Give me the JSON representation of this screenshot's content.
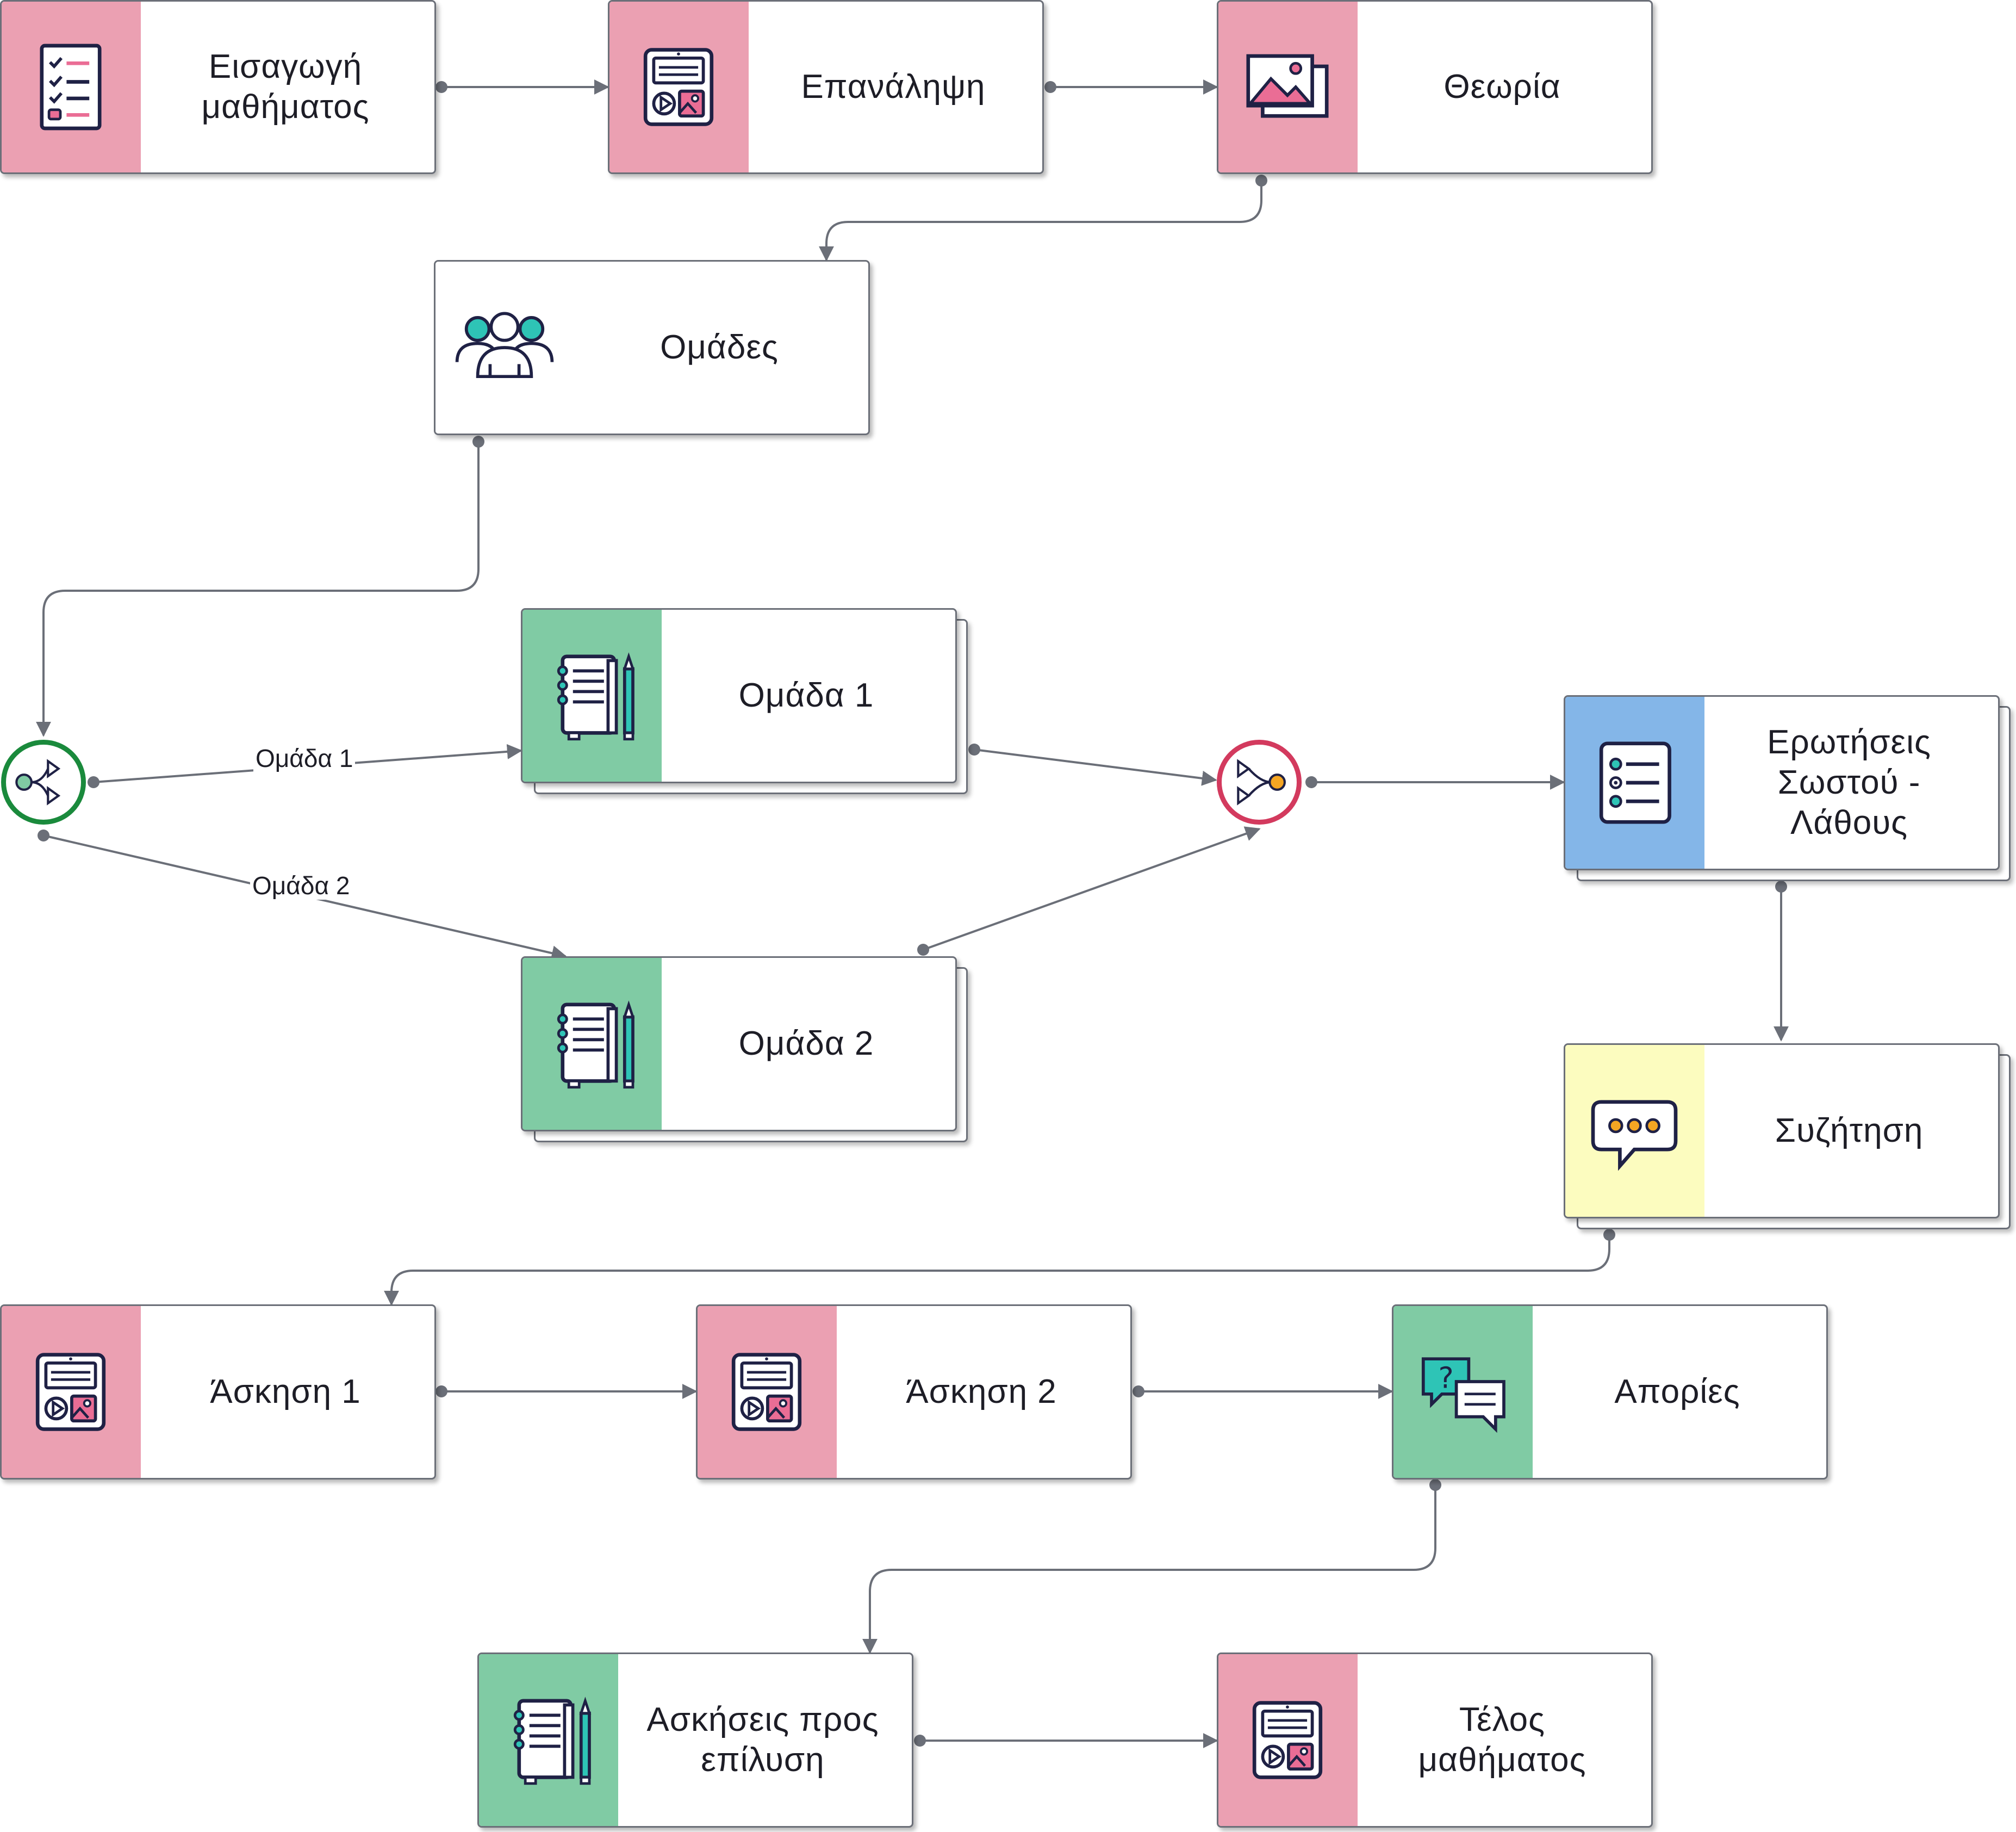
{
  "colors": {
    "pink": "#eba0b2",
    "green": "#80cba4",
    "blue": "#84b6e8",
    "yellow": "#fcfcbf",
    "connector": "#6b6f78",
    "split_gateway": "#1a8a3c",
    "merge_gateway": "#d33a5e",
    "icon_ink": "#1f2145",
    "icon_accent_pink": "#ea6d95",
    "icon_accent_teal": "#2ec4b6",
    "icon_accent_orange": "#f5a623"
  },
  "nodes": {
    "intro": {
      "label": "Εισαγωγή\nμαθήματος",
      "color": "pink",
      "icon": "checklist-icon"
    },
    "review": {
      "label": "Επανάληψη",
      "color": "pink",
      "icon": "multimedia-icon"
    },
    "theory": {
      "label": "Θεωρία",
      "color": "pink",
      "icon": "image-gallery-icon"
    },
    "groups": {
      "label": "Ομάδες",
      "color": "white",
      "icon": "people-group-icon"
    },
    "group1": {
      "label": "Ομάδα 1",
      "color": "green",
      "icon": "notebook-icon"
    },
    "group2": {
      "label": "Ομάδα 2",
      "color": "green",
      "icon": "notebook-icon"
    },
    "truefalse": {
      "label": "Ερωτήσεις\nΣωστού -\nΛάθους",
      "color": "blue",
      "icon": "bullet-list-icon"
    },
    "discussion": {
      "label": "Συζήτηση",
      "color": "yellow",
      "icon": "chat-bubble-icon"
    },
    "exercise1": {
      "label": "Άσκηση 1",
      "color": "pink",
      "icon": "multimedia-icon"
    },
    "exercise2": {
      "label": "Άσκηση 2",
      "color": "pink",
      "icon": "multimedia-icon"
    },
    "questions": {
      "label": "Απορίες",
      "color": "green",
      "icon": "question-chat-icon"
    },
    "tosolve": {
      "label": "Ασκήσεις προς\nεπίλυση",
      "color": "green",
      "icon": "notebook-icon"
    },
    "end": {
      "label": "Τέλος\nμαθήματος",
      "color": "pink",
      "icon": "multimedia-icon"
    }
  },
  "gateways": {
    "split": {
      "type": "split",
      "icon": "split-gateway-icon"
    },
    "merge": {
      "type": "merge",
      "icon": "merge-gateway-icon"
    }
  },
  "edge_labels": {
    "split_to_group1": "Ομάδα 1",
    "split_to_group2": "Ομάδα 2"
  },
  "edges": [
    [
      "intro",
      "review"
    ],
    [
      "review",
      "theory"
    ],
    [
      "theory",
      "groups"
    ],
    [
      "groups",
      "split"
    ],
    [
      "split",
      "group1"
    ],
    [
      "split",
      "group2"
    ],
    [
      "group1",
      "merge"
    ],
    [
      "group2",
      "merge"
    ],
    [
      "merge",
      "truefalse"
    ],
    [
      "truefalse",
      "discussion"
    ],
    [
      "discussion",
      "exercise1"
    ],
    [
      "exercise1",
      "exercise2"
    ],
    [
      "exercise2",
      "questions"
    ],
    [
      "questions",
      "tosolve"
    ],
    [
      "tosolve",
      "end"
    ]
  ]
}
